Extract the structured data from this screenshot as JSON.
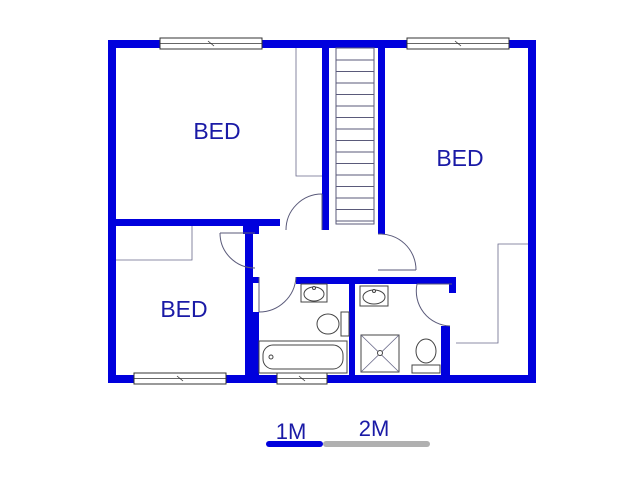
{
  "rooms": {
    "bed_top_left": "BED",
    "bed_right": "BED",
    "bed_bottom_left": "BED"
  },
  "scale": {
    "label_1": "1M",
    "label_2": "2M"
  },
  "colors": {
    "wall": "#0000dd",
    "label": "#1a1aa6",
    "scale_bar_first": "#0000dd",
    "scale_bar_second": "#b0b0b0"
  }
}
